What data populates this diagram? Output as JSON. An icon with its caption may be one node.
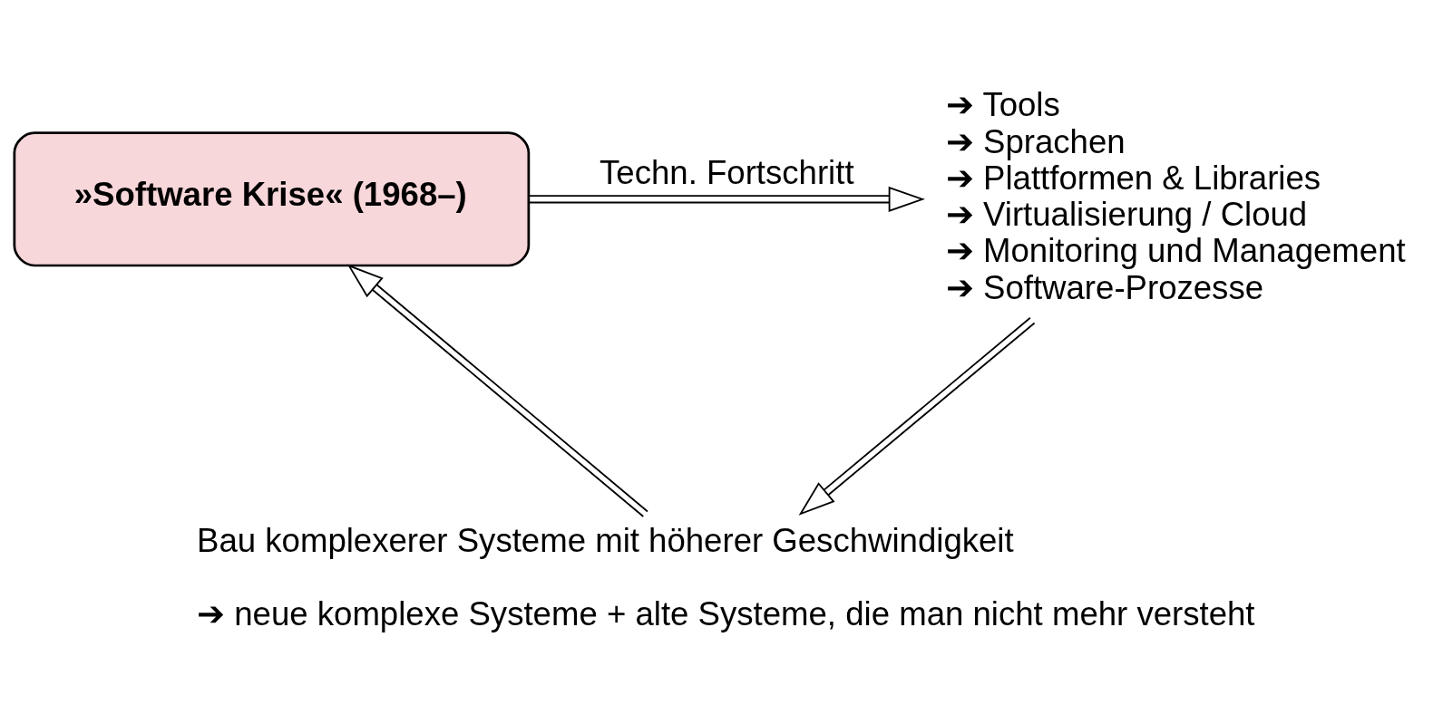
{
  "diagram": {
    "nodes": [
      {
        "text": [
          "»Software Krise« (1968–)"
        ]
      },
      {
        "text": [
          "➔ Tools",
          "➔ Sprachen",
          "➔ Plattformen & Libraries",
          "➔ Virtualisierung / Cloud",
          "➔ Monitoring und Management",
          "➔ Software-Prozesse"
        ]
      },
      {
        "text": [
          "Bau komplexerer Systeme mit höherer Geschwindigkeit",
          "➔ neue komplexe Systeme + alte Systeme, die man nicht mehr versteht"
        ]
      }
    ],
    "edges": [
      {
        "from": 0,
        "to": 1,
        "arrow": "to",
        "label": "Techn. Fortschritt"
      },
      {
        "from": 1,
        "to": 2,
        "arrow": "to"
      },
      {
        "from": 2,
        "to": 0,
        "arrow": "to"
      }
    ]
  }
}
